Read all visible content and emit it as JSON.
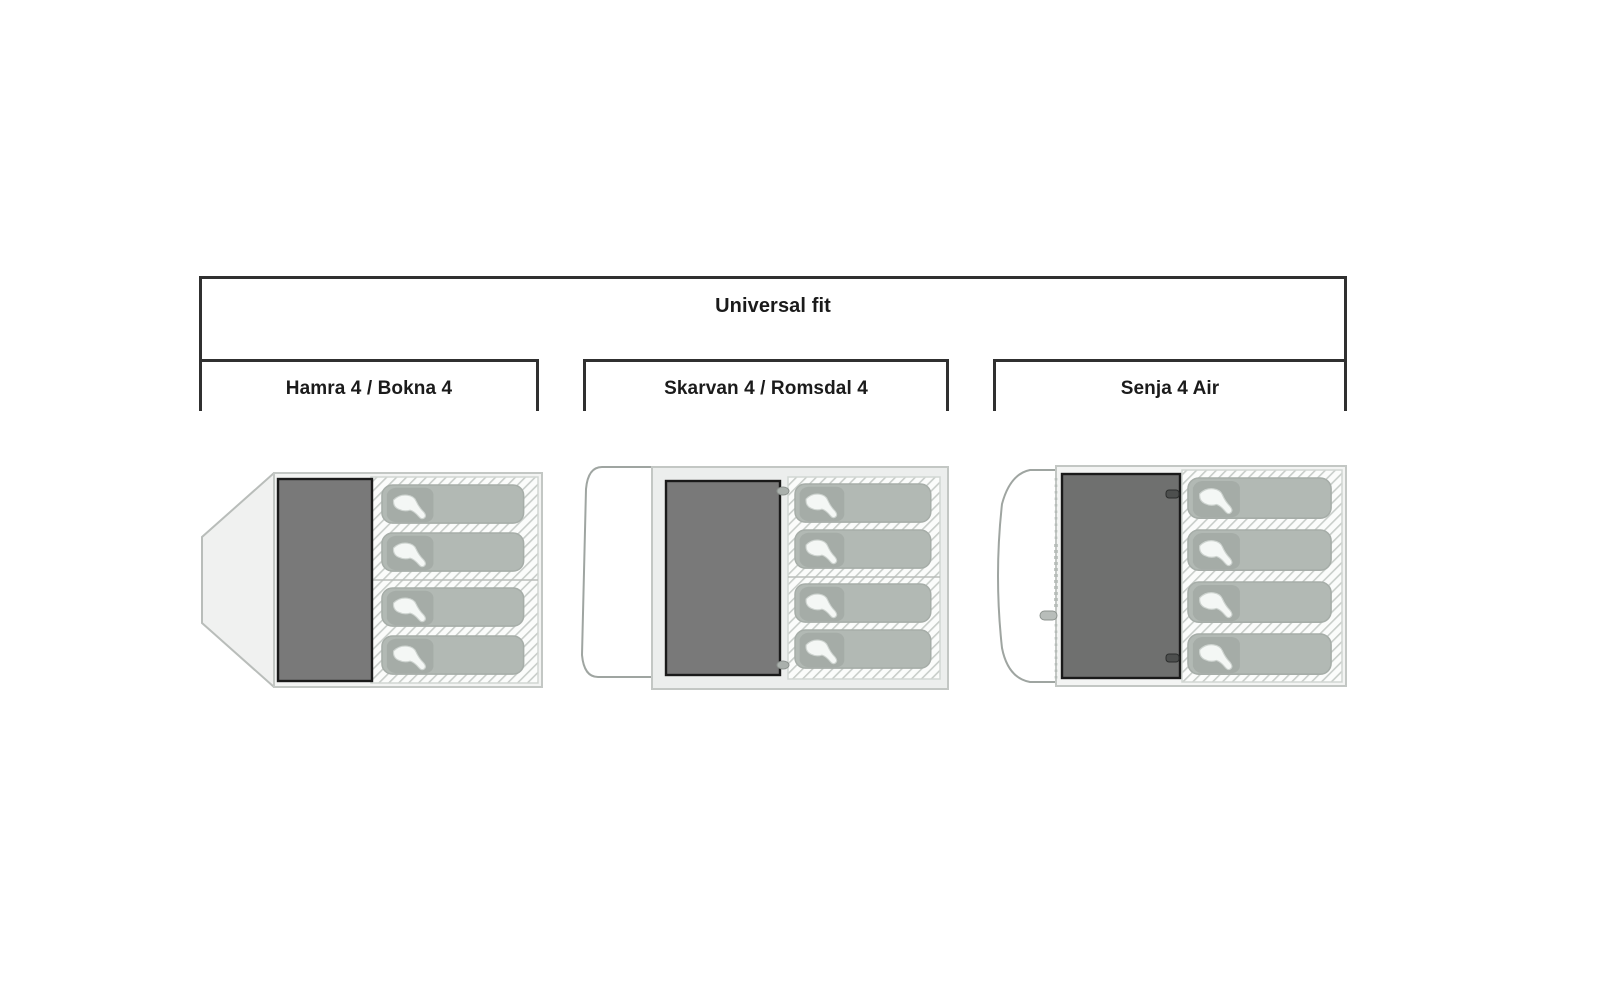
{
  "diagram": {
    "title": "Universal fit",
    "kind": "tent-compatibility-chart",
    "capacity": "4",
    "colors": {
      "bracket_line": "#303030",
      "text": "#1b1b1b",
      "inner_tent_fill": "#797979",
      "inner_tent_stroke": "#1a1a1a",
      "porch_fill": "#f0f1f0",
      "porch_stroke": "#b9bdba",
      "hatch_line": "#c8cdc9",
      "hatch_bg": "#fbfcfb",
      "sleeping_bag_fill": "#b2b9b4",
      "sleeping_bag_stroke": "#a6ada8",
      "pillow_fill": "#f4f7f5",
      "background": "#ffffff"
    }
  },
  "groups": [
    {
      "id": "group-1",
      "label": "Hamra 4 / Bokna 4",
      "porch_shape": "angled-hexagonal",
      "berths": 4
    },
    {
      "id": "group-2",
      "label": "Skarvan 4 / Romsdal 4",
      "porch_shape": "rounded-rectangular",
      "berths": 4
    },
    {
      "id": "group-3",
      "label": "Senja 4 Air",
      "porch_shape": "curved-air-beam",
      "berths": 4
    }
  ],
  "icons": {
    "sleeping_bag": "sleeping-bag-icon",
    "inner_tent": "inner-tent-icon",
    "porch": "porch-icon",
    "zipper": "zipper-icon",
    "toggle": "toggle-icon"
  }
}
